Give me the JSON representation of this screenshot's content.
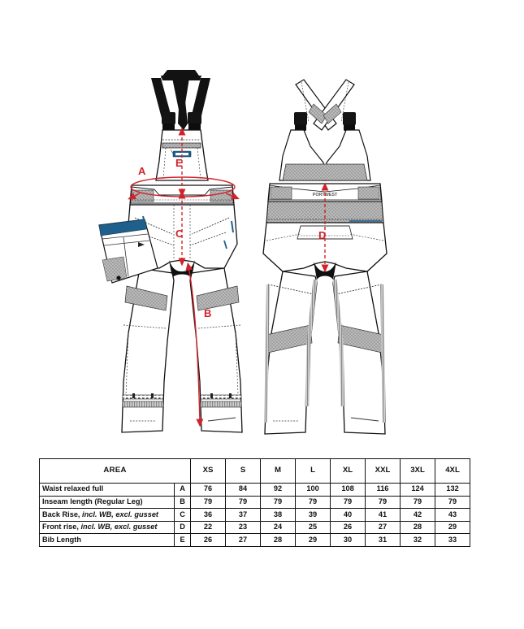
{
  "product": {
    "brand_label": "PORTWEST",
    "views": [
      {
        "name": "front-view",
        "description": "Front view of bib and brace trouser"
      },
      {
        "name": "back-view",
        "description": "Back view of bib and brace trouser"
      }
    ]
  },
  "measurement_markers": [
    {
      "id": "A",
      "label": "A",
      "view": "front",
      "color": "#d0232b"
    },
    {
      "id": "B",
      "label": "B",
      "view": "front",
      "color": "#d0232b"
    },
    {
      "id": "C",
      "label": "C",
      "view": "front",
      "color": "#d0232b"
    },
    {
      "id": "D",
      "label": "D",
      "view": "back",
      "color": "#d0232b"
    },
    {
      "id": "E",
      "label": "E",
      "view": "front",
      "color": "#d0232b"
    }
  ],
  "colors": {
    "measure_red": "#d0232b",
    "outline": "#111111",
    "panel_grey": "#b7b7b7",
    "dark_grey": "#8d8d8d",
    "accent_blue": "#1f5f8b",
    "strap_black": "#111111"
  },
  "size_table": {
    "area_header": "AREA",
    "size_headers": [
      "XS",
      "S",
      "M",
      "L",
      "XL",
      "XXL",
      "3XL",
      "4XL"
    ],
    "rows": [
      {
        "label_bold": "Waist relaxed full",
        "label_italic": "",
        "letter": "A",
        "values": [
          "76",
          "84",
          "92",
          "100",
          "108",
          "116",
          "124",
          "132"
        ]
      },
      {
        "label_bold": "Inseam length (Regular Leg)",
        "label_italic": "",
        "letter": "B",
        "values": [
          "79",
          "79",
          "79",
          "79",
          "79",
          "79",
          "79",
          "79"
        ]
      },
      {
        "label_bold": "Back Rise,",
        "label_italic": "incl. WB, excl. gusset",
        "letter": "C",
        "values": [
          "36",
          "37",
          "38",
          "39",
          "40",
          "41",
          "42",
          "43"
        ]
      },
      {
        "label_bold": "Front rise,",
        "label_italic": "incl. WB, excl. gusset",
        "letter": "D",
        "values": [
          "22",
          "23",
          "24",
          "25",
          "26",
          "27",
          "28",
          "29"
        ]
      },
      {
        "label_bold": "Bib Length",
        "label_italic": "",
        "letter": "E",
        "values": [
          "26",
          "27",
          "28",
          "29",
          "30",
          "31",
          "32",
          "33"
        ]
      }
    ]
  }
}
